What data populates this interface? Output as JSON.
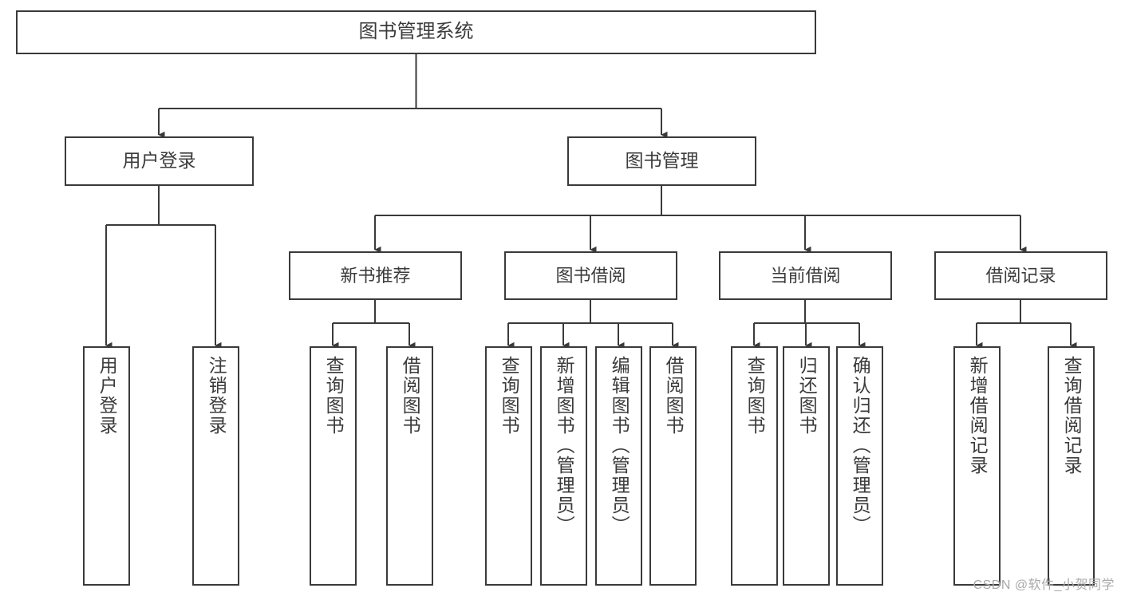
{
  "diagram": {
    "type": "tree",
    "title": "图书管理系统",
    "orientation": "top-down",
    "colors": {
      "background": "#ffffff",
      "box_border": "#3a3a3a",
      "box_fill": "#ffffff",
      "text": "#3b3b3b",
      "connector": "#3a3a3a",
      "watermark": "#a9a9a9"
    },
    "root": {
      "label": "图书管理系统"
    },
    "level2": [
      {
        "label": "用户登录"
      },
      {
        "label": "图书管理"
      }
    ],
    "level3": [
      {
        "label": "新书推荐"
      },
      {
        "label": "图书借阅"
      },
      {
        "label": "当前借阅"
      },
      {
        "label": "借阅记录"
      }
    ],
    "leaves": {
      "user_login": [
        {
          "label": "用户登录"
        },
        {
          "label": "注销登录"
        }
      ],
      "new_book_recommend": [
        {
          "label": "查询图书"
        },
        {
          "label": "借阅图书"
        }
      ],
      "book_borrow": [
        {
          "label": "查询图书"
        },
        {
          "label": "新增图书（管理员）"
        },
        {
          "label": "编辑图书（管理员）"
        },
        {
          "label": "借阅图书"
        }
      ],
      "current_borrow": [
        {
          "label": "查询图书"
        },
        {
          "label": "归还图书"
        },
        {
          "label": "确认归还（管理员）"
        }
      ],
      "borrow_record": [
        {
          "label": "新增借阅记录"
        },
        {
          "label": "查询借阅记录"
        }
      ]
    }
  },
  "watermark": {
    "text": "CSDN @软件_小贺同学"
  }
}
